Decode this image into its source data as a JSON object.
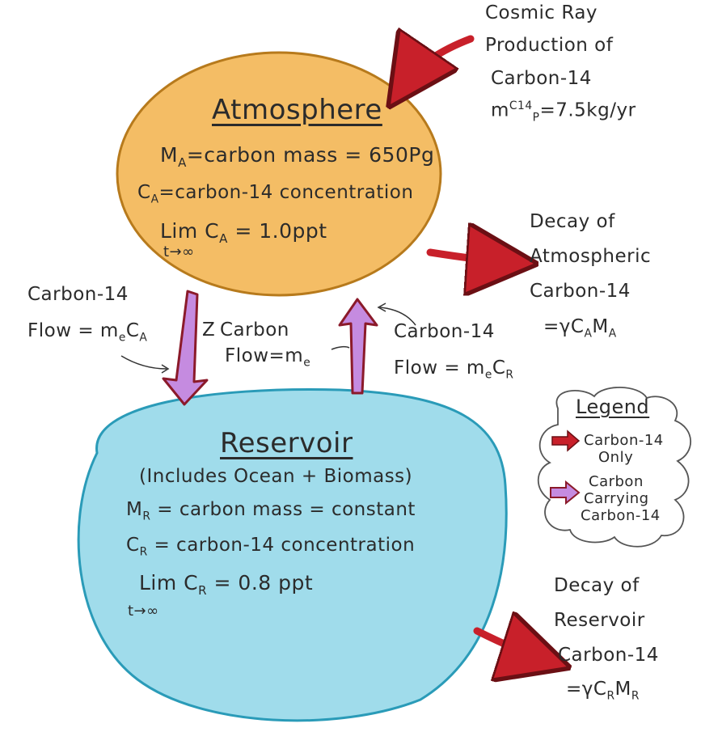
{
  "colors": {
    "atmosphere_fill": "#f2b24a",
    "atmosphere_stroke": "#b77a1c",
    "reservoir_fill": "#8fd6e8",
    "reservoir_stroke": "#2a9bb8",
    "red_arrow": "#c8202a",
    "purple_arrow": "#c58be0"
  },
  "atmosphere": {
    "title": "Atmosphere",
    "line1": "M",
    "line1_sub": "A",
    "line1_rest": "=carbon mass = 650Pg",
    "line2": "C",
    "line2_sub": "A",
    "line2_rest": "=carbon-14 concentration",
    "line3": "Lim C",
    "line3_sub": "A",
    "line3_rest": " = 1.0ppt",
    "limit": "t→∞"
  },
  "reservoir": {
    "title": "Reservoir",
    "subtitle": "(Includes Ocean + Biomass)",
    "line1": "M",
    "line1_sub": "R",
    "line1_rest": " = carbon mass = constant",
    "line2": "C",
    "line2_sub": "R",
    "line2_rest": " = carbon-14 concentration",
    "line3": "Lim C",
    "line3_sub": "R",
    "line3_rest": " = 0.8 ppt",
    "limit": "t→∞"
  },
  "cosmic": {
    "l1": "Cosmic Ray",
    "l2": "Production of",
    "l3": "Carbon-14",
    "l4": "m",
    "l4_sup": "C14",
    "l4_sub": "P",
    "l4_rest": "=7.5kg/yr"
  },
  "decay_atm": {
    "l1": "Decay of",
    "l2": "Atmospheric",
    "l3": "Carbon-14",
    "l4": "=γC",
    "l4_sub1": "A",
    "l4_mid": "M",
    "l4_sub2": "A"
  },
  "decay_res": {
    "l1": "Decay of",
    "l2": "Reservoir",
    "l3": "Carbon-14",
    "l4": "=γC",
    "l4_sub1": "R",
    "l4_mid": "M",
    "l4_sub2": "R"
  },
  "flow_left": {
    "l1": "Carbon-14",
    "l2": "Flow = m",
    "l2_sub": "e",
    "l2_rest": "C",
    "l2_sub2": "A"
  },
  "flow_mid": {
    "l1": "Carbon",
    "l2": "Flow=m",
    "l2_sub": "e"
  },
  "flow_right": {
    "l1": "Carbon-14",
    "l2": "Flow = m",
    "l2_sub": "e",
    "l2_rest": "C",
    "l2_sub2": "R"
  },
  "legend": {
    "title": "Legend",
    "item1_l1": "Carbon-14",
    "item1_l2": "Only",
    "item2_l1": "Carbon",
    "item2_l2": "Carrying",
    "item2_l3": "Carbon-14"
  }
}
